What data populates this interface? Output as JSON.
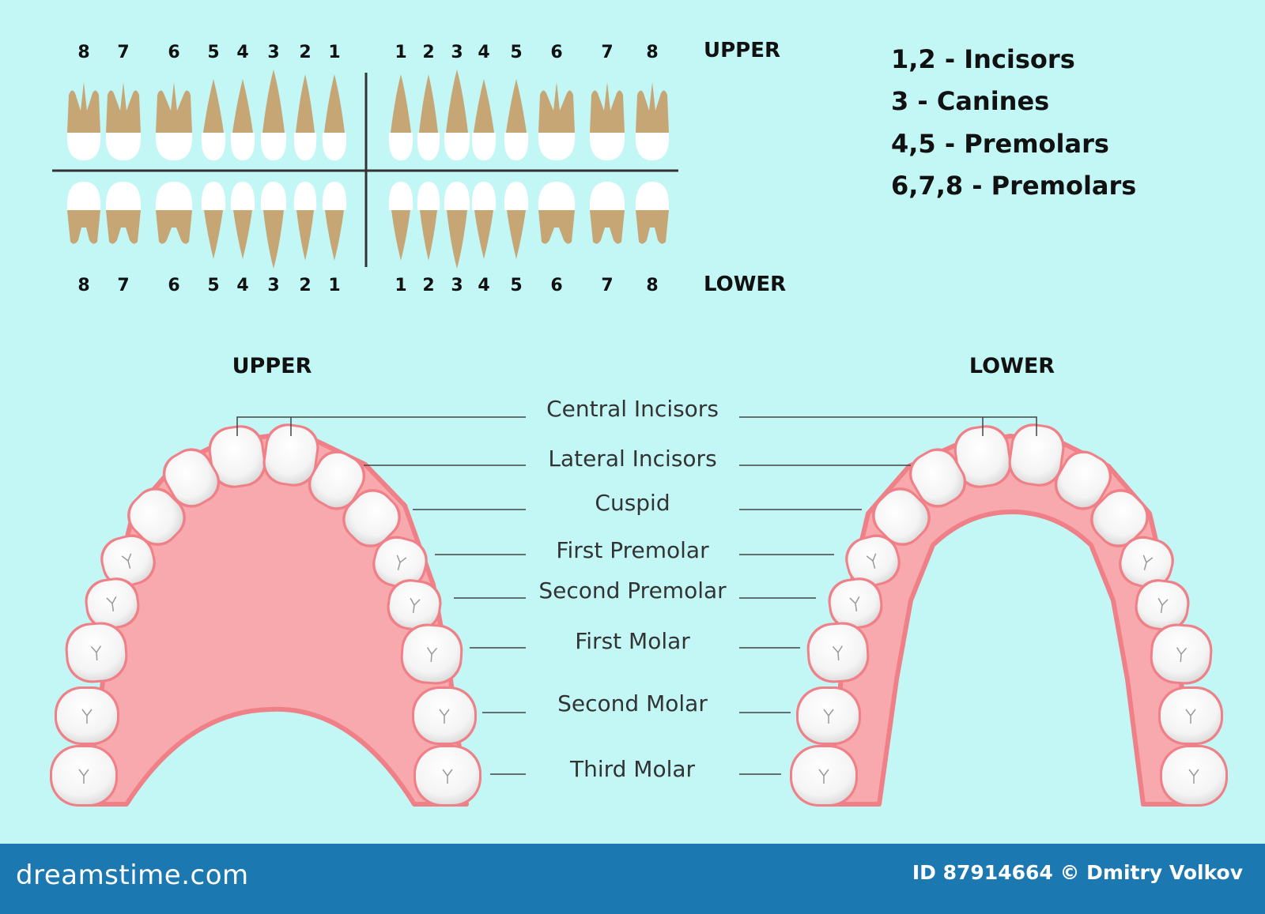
{
  "chart_area": {
    "top_numbers_upper": [
      "8",
      "7",
      "6",
      "5",
      "4",
      "3",
      "2",
      "1",
      "1",
      "2",
      "3",
      "4",
      "5",
      "6",
      "7",
      "8"
    ],
    "top_numbers_lower": [
      "8",
      "7",
      "6",
      "5",
      "4",
      "3",
      "2",
      "1",
      "1",
      "2",
      "3",
      "4",
      "5",
      "6",
      "7",
      "8"
    ],
    "upper_label": "UPPER",
    "lower_label": "LOWER"
  },
  "legend": [
    "1,2 - Incisors",
    "3 - Canines",
    "4,5 - Premolars",
    "6,7,8 - Premolars"
  ],
  "arch_titles": {
    "upper": "UPPER",
    "lower": "LOWER"
  },
  "tooth_labels": [
    "Central Incisors",
    "Lateral Incisors",
    "Cuspid",
    "First Premolar",
    "Second Premolar",
    "First Molar",
    "Second Molar",
    "Third Molar"
  ],
  "footer": {
    "site": "dreamstime.com",
    "credit": "ID 87914664 © Dmitry Volkov"
  },
  "colors": {
    "background": "#c2f7f6",
    "root": "#c7a676",
    "crown": "#ffffff",
    "gum": "#f6a6aa",
    "gum_edge": "#f07e88",
    "footer": "#1b78b0"
  }
}
